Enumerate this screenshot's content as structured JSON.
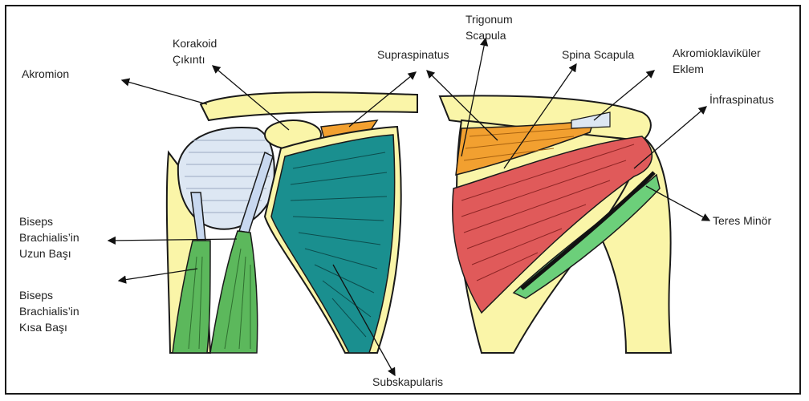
{
  "labels": {
    "akromion": "Akromion",
    "korakoid_1": "Korakoid",
    "korakoid_2": "Çıkıntı",
    "supraspinatus": "Supraspinatus",
    "trigonum_1": "Trigonum",
    "trigonum_2": "Scapula",
    "spina_scapula": "Spina Scapula",
    "akromioklavikuler_1": "Akromioklaviküler",
    "akromioklavikuler_2": "Eklem",
    "infraspinatus": "İnfraspinatus",
    "teres_minor": "Teres Minör",
    "biseps_uzun_1": "Biseps",
    "biseps_uzun_2": "Brachialis’in",
    "biseps_uzun_3": "Uzun Başı",
    "biseps_kisa_1": "Biseps",
    "biseps_kisa_2": "Brachialis’in",
    "biseps_kisa_3": "Kısa Başı",
    "subskapularis": "Subskapularis"
  },
  "colors": {
    "bone": "#faf5a8",
    "bone_outline": "#1a1a1a",
    "subscapularis": "#1a8f8f",
    "biceps": "#5cb85c",
    "supraspinatus": "#f2a030",
    "infraspinatus": "#e05a5a",
    "teres_minor": "#6ccf7a",
    "tendon": "#c8d8f0"
  }
}
